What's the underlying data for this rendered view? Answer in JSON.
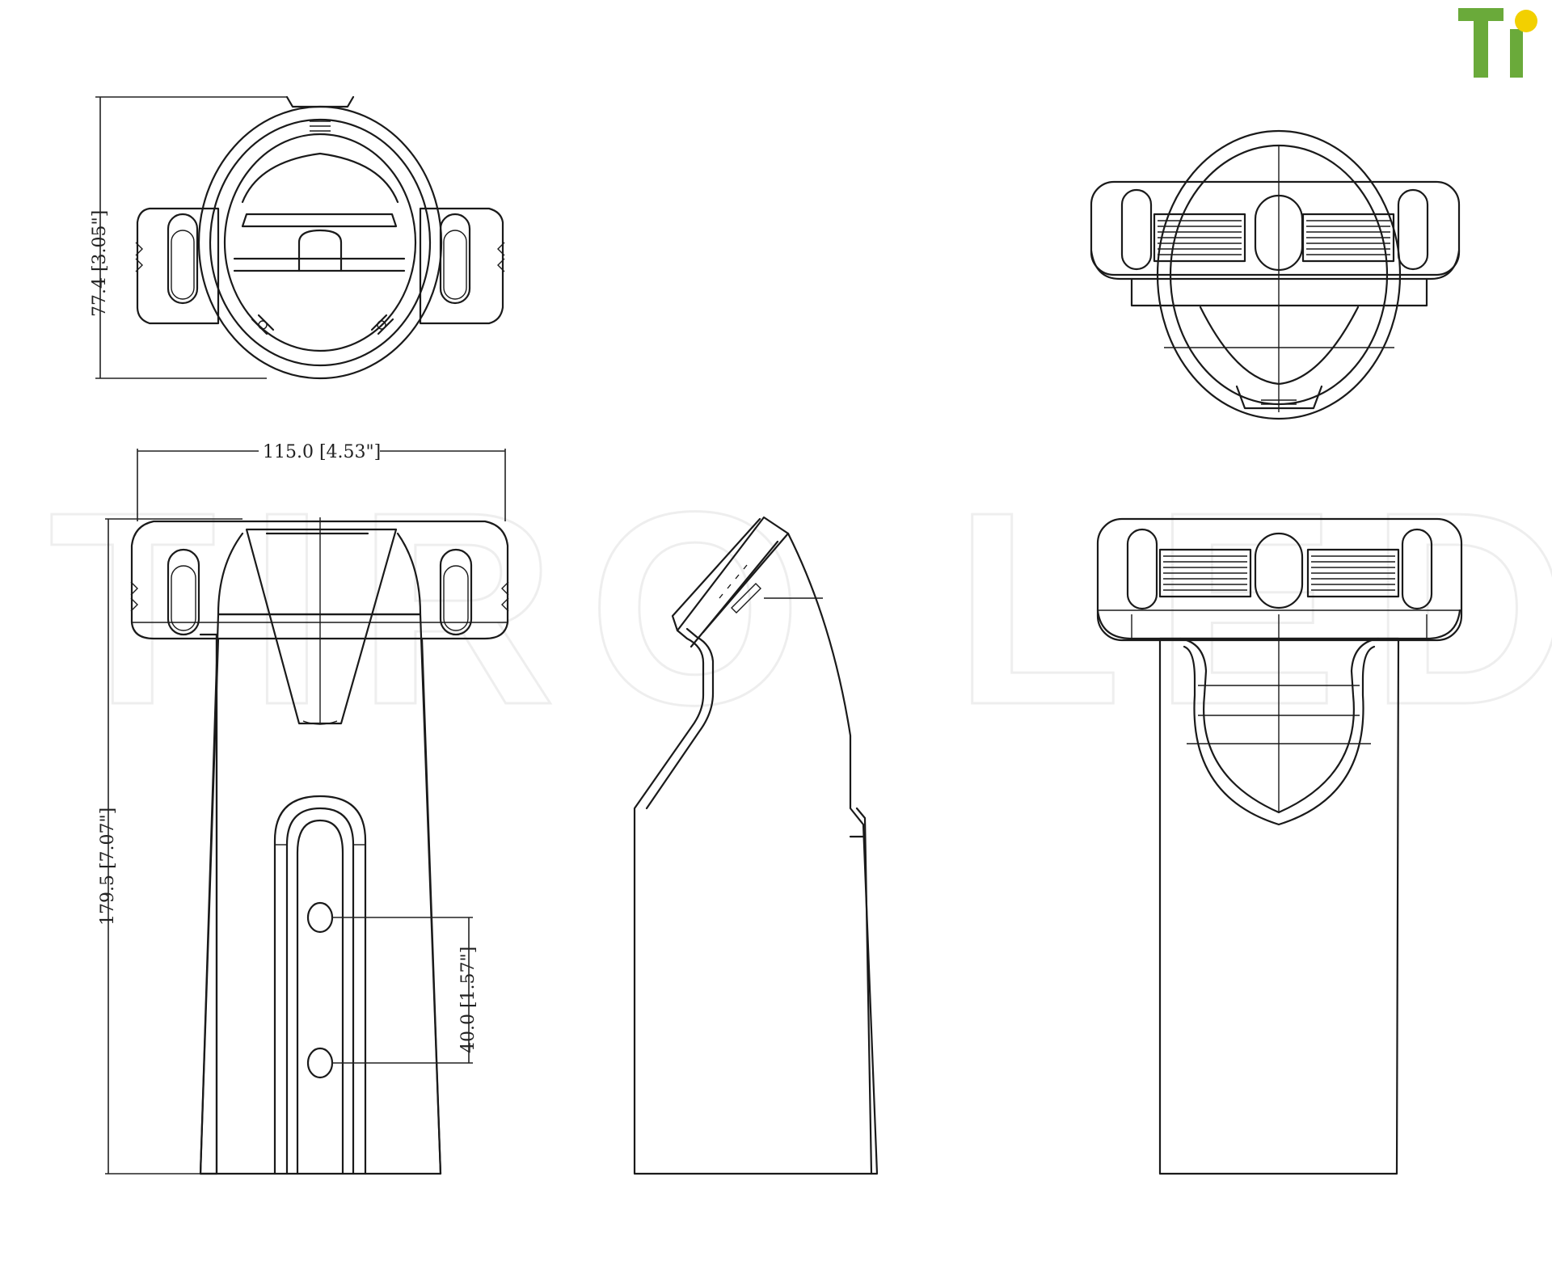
{
  "logo": {
    "text": "Ti",
    "icon": "ti-logo-icon",
    "color": "#6aaa3a",
    "dot_color": "#f2d000"
  },
  "dimensions": {
    "height_top": "77.4 [3.05\"]",
    "width": "115.0 [4.53\"]",
    "height_total": "179.5 [7.07\"]",
    "hole_spacing": "40.0 [1.57\"]"
  },
  "colors": {
    "line": "#1a1a1a",
    "background": "#ffffff"
  }
}
